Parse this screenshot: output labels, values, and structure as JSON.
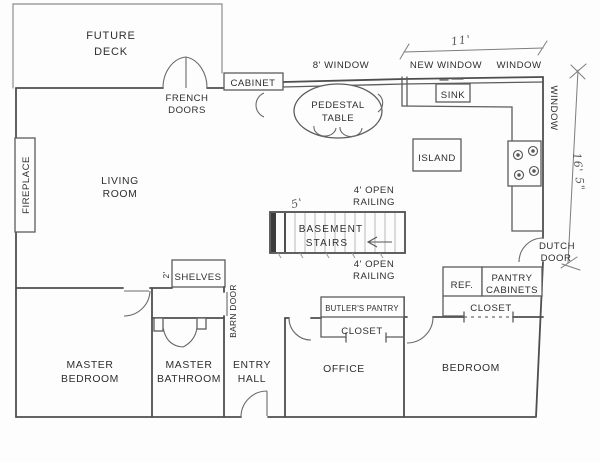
{
  "deck": {
    "label": [
      "FUTURE",
      "DECK"
    ],
    "french_doors": [
      "FRENCH",
      "DOORS"
    ]
  },
  "top_wall": {
    "cabinet": "CABINET",
    "window_8ft": "8' WINDOW",
    "new_window": "NEW WINDOW",
    "window": "WINDOW",
    "width_dim": "11'"
  },
  "kitchen": {
    "sink": "SINK",
    "island": "ISLAND",
    "fridge": "REF.",
    "pantry_cabinets": [
      "PANTRY",
      "CABINETS"
    ],
    "closet": "CLOSET",
    "dutch_door": [
      "DUTCH",
      "DOOR"
    ],
    "side_window": "WINDOW",
    "side_dim": "16' 5\""
  },
  "dining": {
    "pedestal_table": [
      "PEDESTAL",
      "TABLE"
    ]
  },
  "living_room": {
    "label": [
      "LIVING",
      "ROOM"
    ],
    "fireplace": "FIREPLACE",
    "shelves": "SHELVES",
    "shelves_dim": "2'"
  },
  "stairs": {
    "label": [
      "BASEMENT",
      "STAIRS"
    ],
    "railing_upper": [
      "4' OPEN",
      "RAILING"
    ],
    "railing_lower": [
      "4' OPEN",
      "RAILING"
    ],
    "width_dim": "5'"
  },
  "rooms": {
    "master_bedroom": [
      "MASTER",
      "BEDROOM"
    ],
    "master_bathroom": [
      "MASTER",
      "BATHROOM"
    ],
    "entry_hall": [
      "ENTRY",
      "HALL"
    ],
    "office": "OFFICE",
    "bedroom": "BEDROOM",
    "butlers_pantry": "BUTLER'S PANTRY",
    "office_closet": "CLOSET",
    "barn_door": "BARN DOOR"
  },
  "colors": {
    "wall_ink": "#4e4e4e",
    "pencil": "#8d8d8d",
    "label_text": "#2e2e2e",
    "background": "#ffffff"
  }
}
